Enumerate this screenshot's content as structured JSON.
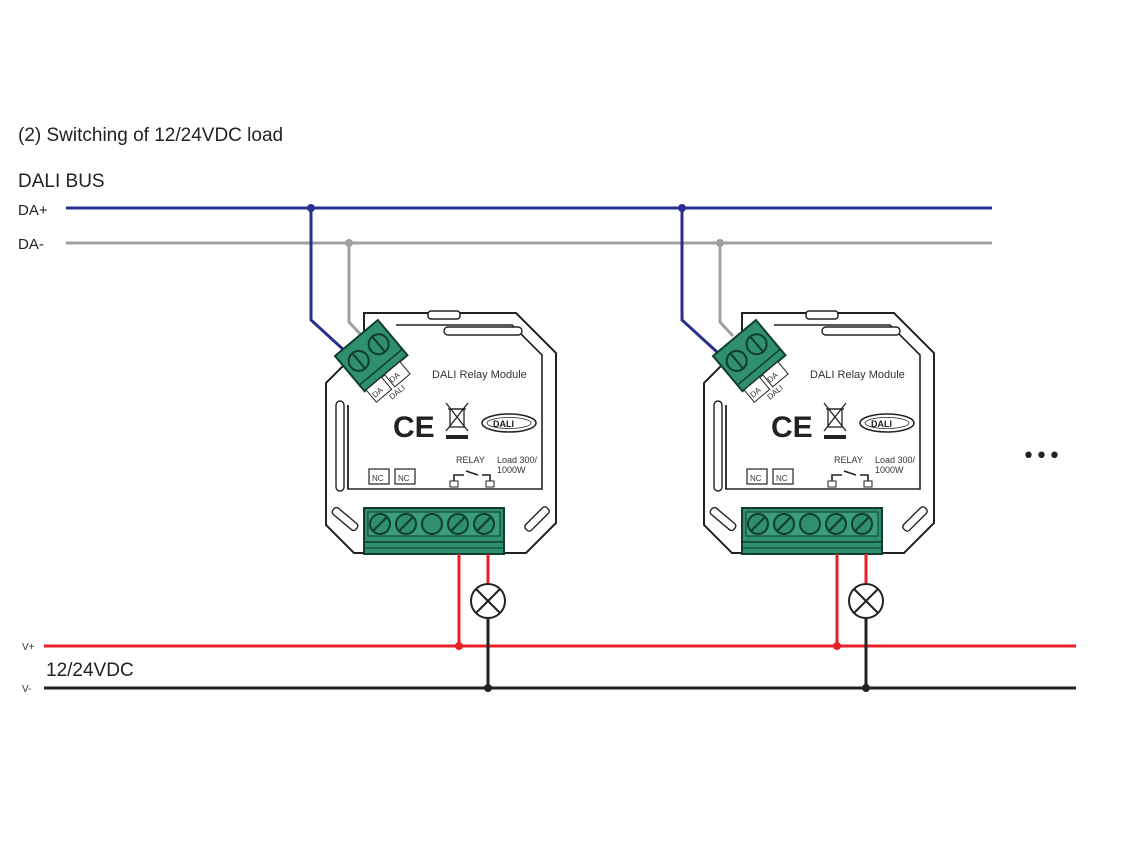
{
  "title": "(2) Switching of 12/24VDC load",
  "bus": {
    "name": "DALI BUS",
    "da_plus": "DA+",
    "da_minus": "DA-"
  },
  "supply": {
    "name": "12/24VDC",
    "v_plus": "V+",
    "v_minus": "V-"
  },
  "module": {
    "name": "DALI Relay Module",
    "terminal_a": "DA",
    "terminal_b": "DA",
    "dali_tag": "DALI",
    "ce_mark": "CE",
    "logo": "DALI",
    "relay": "RELAY",
    "load_line1": "Load 300/",
    "load_line2": "1000W",
    "nc1": "NC",
    "nc2": "NC"
  },
  "continuation": "•••",
  "colors": {
    "da_plus": "#2a2f8f",
    "da_minus": "#a0a0a0",
    "v_plus": "#e8202a",
    "v_minus": "#222222",
    "terminal_green": "#2f8f6e",
    "terminal_dark": "#0f3d2e",
    "outline": "#222222"
  }
}
